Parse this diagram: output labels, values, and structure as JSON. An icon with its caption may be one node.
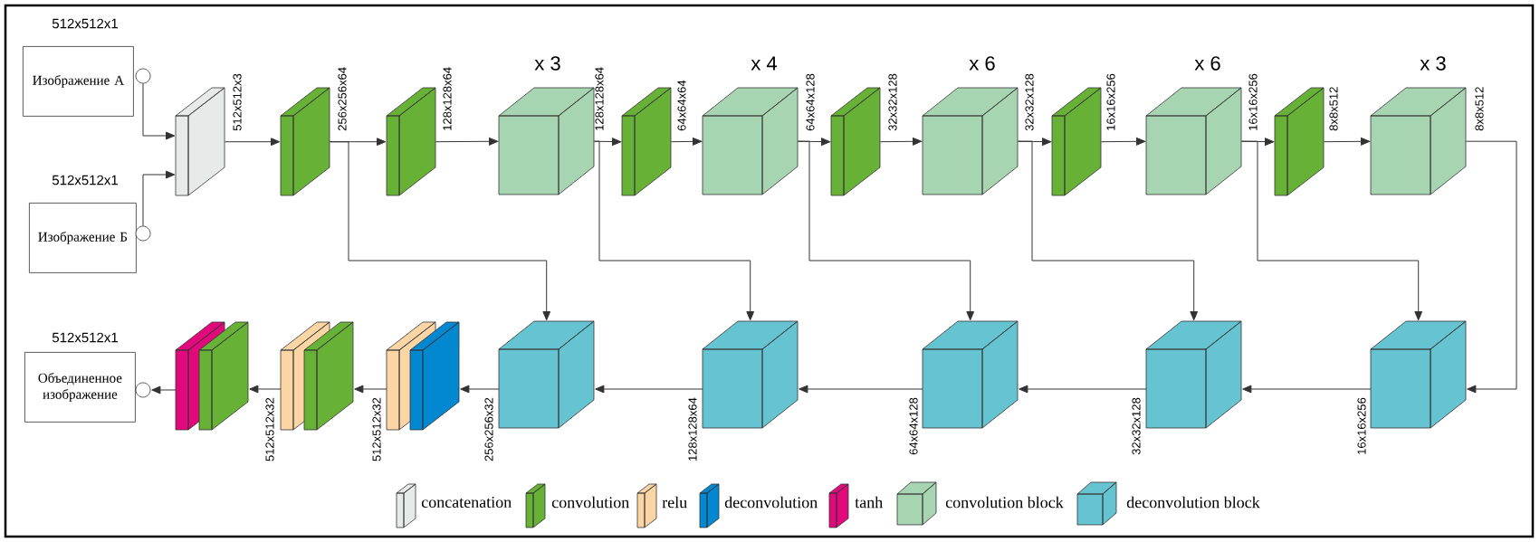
{
  "diagram": {
    "nodes": [
      {
        "text": [
          "Изображение А"
        ],
        "beside": [
          "512x512x1"
        ]
      },
      {
        "text": [],
        "shape": "circle"
      },
      {
        "text": [
          "Изображение Б"
        ],
        "beside": [
          "512x512x1"
        ]
      },
      {
        "text": [],
        "shape": "circle"
      },
      {
        "text": [],
        "shape": "box",
        "beside": [
          "512x512x3"
        ]
      },
      {
        "text": [],
        "shape": "box",
        "beside": [
          "256x256x64"
        ]
      },
      {
        "text": [],
        "shape": "box",
        "beside": [
          "128x128x64"
        ]
      },
      {
        "text": [],
        "shape": "cube",
        "beside": [
          "x 3",
          "128x128x64"
        ]
      },
      {
        "text": [],
        "shape": "box",
        "beside": [
          "64x64x64"
        ]
      },
      {
        "text": [],
        "shape": "cube",
        "beside": [
          "x 4",
          "64x64x128"
        ]
      },
      {
        "text": [],
        "shape": "box",
        "beside": [
          "32x32x128"
        ]
      },
      {
        "text": [],
        "shape": "cube",
        "beside": [
          "x 6",
          "32x32x128"
        ]
      },
      {
        "text": [],
        "shape": "box",
        "beside": [
          "16x16x256"
        ]
      },
      {
        "text": [],
        "shape": "cube",
        "beside": [
          "x 6",
          "16x16x256"
        ]
      },
      {
        "text": [],
        "shape": "box",
        "beside": [
          "8x8x512"
        ]
      },
      {
        "text": [],
        "shape": "cube",
        "beside": [
          "x 3",
          "8x8x512"
        ]
      },
      {
        "text": [
          "Объединенное изображение"
        ],
        "beside": [
          "512x512x1"
        ]
      },
      {
        "text": [],
        "shape": "circle"
      },
      {
        "text": [],
        "shape": "box"
      },
      {
        "text": [],
        "shape": "box"
      },
      {
        "text": [],
        "shape": "box",
        "beside": [
          "512x512x32"
        ]
      },
      {
        "text": [],
        "shape": "box"
      },
      {
        "text": [],
        "shape": "box",
        "beside": [
          "512x512x32"
        ]
      },
      {
        "text": [],
        "shape": "box"
      },
      {
        "text": [],
        "shape": "cube",
        "beside": [
          "256x256x32"
        ]
      },
      {
        "text": [],
        "shape": "cube",
        "beside": [
          "128x128x64"
        ]
      },
      {
        "text": [],
        "shape": "cube",
        "beside": [
          "64x64x128"
        ]
      },
      {
        "text": [],
        "shape": "cube",
        "beside": [
          "32x32x128"
        ]
      },
      {
        "text": [],
        "shape": "cube",
        "beside": [
          "16x16x256"
        ]
      }
    ],
    "edges": [
      {
        "from": 1,
        "to": 4,
        "arrow": "to"
      },
      {
        "from": 3,
        "to": 4,
        "arrow": "to"
      },
      {
        "from": 4,
        "to": 5,
        "arrow": "to"
      },
      {
        "from": 5,
        "to": 6,
        "arrow": "to"
      },
      {
        "from": 6,
        "to": 7,
        "arrow": "to"
      },
      {
        "from": 7,
        "to": 8,
        "arrow": "to"
      },
      {
        "from": 8,
        "to": 9,
        "arrow": "to"
      },
      {
        "from": 9,
        "to": 10,
        "arrow": "to"
      },
      {
        "from": 10,
        "to": 11,
        "arrow": "to"
      },
      {
        "from": 11,
        "to": 12,
        "arrow": "to"
      },
      {
        "from": 12,
        "to": 13,
        "arrow": "to"
      },
      {
        "from": 13,
        "to": 14,
        "arrow": "to"
      },
      {
        "from": 14,
        "to": 15,
        "arrow": "to"
      },
      {
        "from": 5,
        "to": 24,
        "arrow": "to"
      },
      {
        "from": 7,
        "to": 25,
        "arrow": "to"
      },
      {
        "from": 9,
        "to": 26,
        "arrow": "to"
      },
      {
        "from": 11,
        "to": 27,
        "arrow": "to"
      },
      {
        "from": 13,
        "to": 28,
        "arrow": "to"
      },
      {
        "from": 15,
        "to": 28,
        "arrow": "to"
      },
      {
        "from": 28,
        "to": 27,
        "arrow": "to"
      },
      {
        "from": 27,
        "to": 26,
        "arrow": "to"
      },
      {
        "from": 26,
        "to": 25,
        "arrow": "to"
      },
      {
        "from": 25,
        "to": 24,
        "arrow": "to"
      },
      {
        "from": 24,
        "to": 23,
        "arrow": "to"
      },
      {
        "from": 22,
        "to": 21,
        "arrow": "to"
      },
      {
        "from": 20,
        "to": 19,
        "arrow": "to"
      },
      {
        "from": 18,
        "to": 17,
        "arrow": "to"
      }
    ],
    "legend": [
      {
        "text": "concatenation",
        "color": "#e8eae9"
      },
      {
        "text": "convolution",
        "color": "#67b236"
      },
      {
        "text": "relu",
        "color": "#fcd5a5"
      },
      {
        "text": "deconvolution",
        "color": "#0288d1"
      },
      {
        "text": "tanh",
        "color": "#e2097c"
      },
      {
        "text": "convolution block",
        "color": "#a8d5b1"
      },
      {
        "text": "deconvolution block",
        "color": "#66c3d1"
      }
    ]
  }
}
